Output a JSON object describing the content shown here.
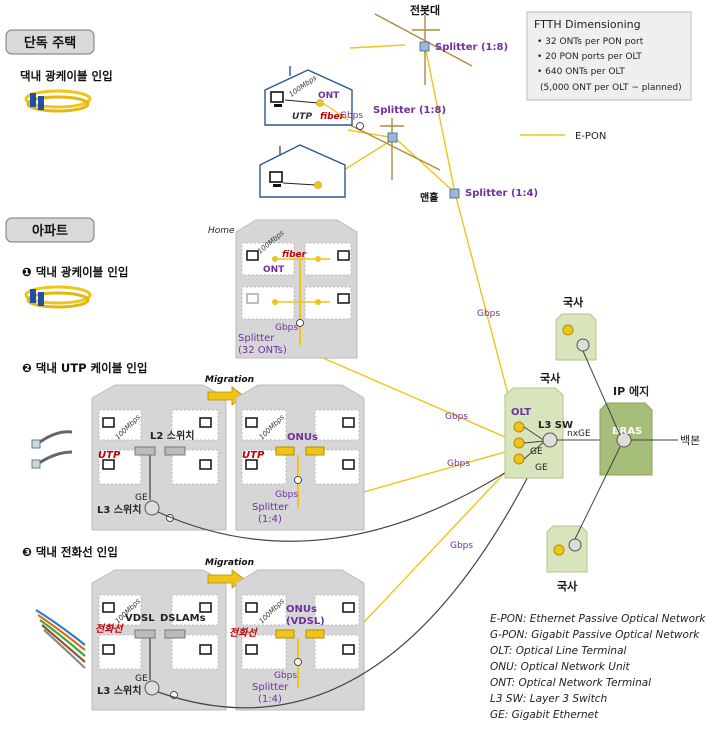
{
  "sections": {
    "single_house": "단독 주택",
    "apartment": "아파트"
  },
  "single_house_label": "댁내 광케이블 인입",
  "apt_items": [
    {
      "num": "❶",
      "label": "댁내 광케이블 인입"
    },
    {
      "num": "❷",
      "label": "댁내 UTP 케이블 인입"
    },
    {
      "num": "❸",
      "label": "댁내 전화선 인입"
    }
  ],
  "ftth": {
    "title": "FTTH Dimensioning",
    "lines": [
      "• 32 ONTs per PON port",
      "• 20 PON ports per OLT",
      "• 640 ONTs per OLT",
      "(5,000 ONT per OLT ~ planned)"
    ]
  },
  "epon_label": "E-PON",
  "pole_labels": {
    "pole": "전봇대",
    "manhole": "맨홀"
  },
  "splitters": {
    "s18a": "Splitter (1:8)",
    "s18b": "Splitter (1:8)",
    "s14": "Splitter (1:4)",
    "s32_a": "Splitter",
    "s32_b": "(32 ONTs)",
    "s14_a": "Splitter",
    "s14_b": "(1:4)"
  },
  "house": {
    "speed": "100Mbps",
    "ont": "ONT",
    "utp": "UTP",
    "fiber": "fiber",
    "gbps": "Gbps"
  },
  "apt1": {
    "home": "Home",
    "speed": "100Mbps",
    "fiber": "fiber",
    "ont": "ONT",
    "gbps": "Gbps"
  },
  "apt2": {
    "migration": "Migration",
    "speed": "100Mbps",
    "l2": "L2 스위치",
    "utp": "UTP",
    "ge": "GE",
    "l3": "L3 스위치",
    "onus": "ONUs",
    "gbps": "Gbps"
  },
  "apt3": {
    "migration": "Migration",
    "speed": "100Mbps",
    "vdsl": "VDSL",
    "dslams": "DSLAMs",
    "phone": "전화선",
    "ge": "GE",
    "l3": "L3 스위치",
    "onus": "ONUs",
    "onus_vdsl": "(VDSL)",
    "gbps": "Gbps"
  },
  "co": {
    "name": "국사",
    "olt": "OLT",
    "l3sw": "L3 SW",
    "ge1": "GE",
    "ge2": "GE",
    "nxge": "nxGE",
    "ipedge": "IP 에지",
    "bras": "BRAS",
    "backbone": "백본",
    "co_top": "국사",
    "co_bottom": "국사"
  },
  "gbps_links": [
    "Gbps",
    "Gbps",
    "Gbps",
    "Gbps"
  ],
  "legend": [
    "E-PON: Ethernet Passive Optical Network",
    "G-PON: Gigabit Passive Optical Network",
    "OLT: Optical Line Terminal",
    "ONU: Optical Network Unit",
    "ONT: Optical Network Terminal",
    "L3 SW: Layer 3 Switch",
    "GE: Gigabit Ethernet"
  ],
  "colors": {
    "fiber": "#f0c419",
    "copper": "#444444",
    "purple": "#7030a0",
    "red": "#c00000",
    "building": "#d6d6d6",
    "co": "#d8e4bc"
  }
}
